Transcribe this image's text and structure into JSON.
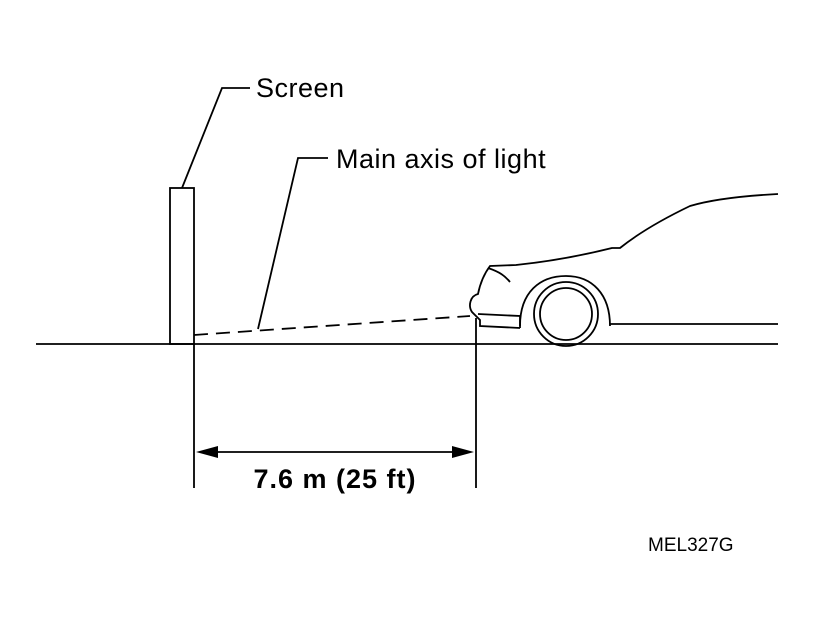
{
  "labels": {
    "screen": "Screen",
    "main_axis": "Main axis of light",
    "distance": "7.6 m (25 ft)",
    "figure_code": "MEL327G"
  },
  "colors": {
    "ink": "#000000",
    "background": "#ffffff"
  }
}
